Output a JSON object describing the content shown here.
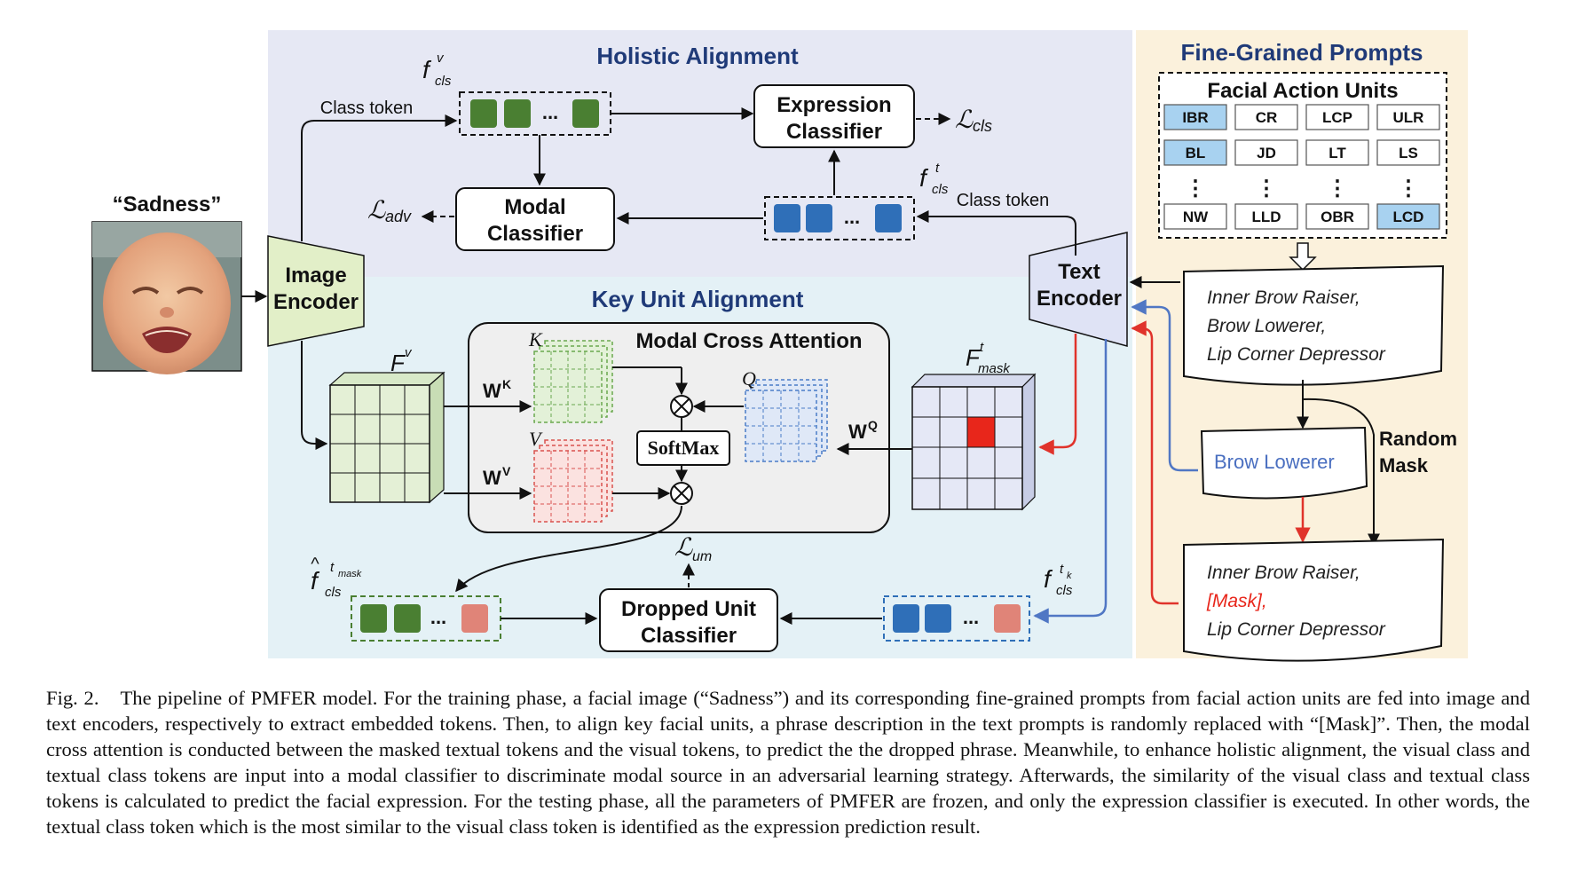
{
  "sections": {
    "holistic": "Holistic Alignment",
    "key_unit": "Key Unit Alignment",
    "prompts": "Fine-Grained Prompts"
  },
  "input": {
    "label": "“Sadness”"
  },
  "encoders": {
    "image": [
      "Image",
      "Encoder"
    ],
    "text": [
      "Text",
      "Encoder"
    ]
  },
  "classifiers": {
    "expression": [
      "Expression",
      "Classifier"
    ],
    "modal": [
      "Modal",
      "Classifier"
    ],
    "dropped": [
      "Dropped Unit",
      "Classifier"
    ]
  },
  "losses": {
    "cls": "cls",
    "adv": "adv",
    "um": "um"
  },
  "tokens": {
    "class_token_image": "Class token",
    "class_token_text": "Class token",
    "ellipsis": "..."
  },
  "attention": {
    "title": "Modal Cross Attention",
    "softmax": "SoftMax",
    "k": "K",
    "v": "V",
    "q": "Q",
    "wk": "K",
    "wv": "V",
    "wq": "Q",
    "w": "W"
  },
  "features": {
    "fv": "F",
    "fv_sup": "v",
    "fmask": "F",
    "fmask_sup": "t",
    "fmask_sub": "mask",
    "f_letter": "f",
    "cls_sub": "cls",
    "v_sup": "v",
    "t_sup": "t",
    "tmask_sup": "t",
    "tmask_subsup": "mask",
    "tk_sup": "t",
    "tk_subsup": "k"
  },
  "action_units": {
    "title": "Facial Action Units",
    "rows": [
      [
        "IBR",
        "CR",
        "LCP",
        "ULR"
      ],
      [
        "BL",
        "JD",
        "LT",
        "LS"
      ],
      [
        "NW",
        "LLD",
        "OBR",
        "LCD"
      ]
    ],
    "highlighted": [
      "IBR",
      "BL",
      "LCD"
    ],
    "vdots": "⋮"
  },
  "prompt_text": {
    "full": [
      "Inner Brow Raiser,",
      "Brow Lowerer,",
      "Lip Corner Depressor"
    ],
    "selected": "Brow Lowerer",
    "masked": [
      "Inner Brow Raiser,",
      "[Mask],",
      "Lip Corner Depressor"
    ],
    "random_mask": [
      "Random",
      "Mask"
    ]
  },
  "colors": {
    "holistic_bg": "#e6e8f4",
    "key_unit_bg": "#e4f1f6",
    "prompts_bg": "#fbf1dc",
    "title_blue": "#1f3a78",
    "green_token": "#4a7f32",
    "blue_token": "#2f6fb8",
    "pink_token": "#e08478",
    "highlight_au": "#a8d2f0",
    "mask_red": "#e8261b",
    "arrow_red": "#e0332b",
    "arrow_blue": "#5077c4"
  },
  "caption": {
    "label": "Fig. 2.",
    "text": "The pipeline of PMFER model. For the training phase, a facial image (“Sadness”) and its corresponding fine-grained prompts from facial action units are fed into image and text encoders, respectively to extract embedded tokens. Then, to align key facial units, a phrase description in the text prompts is randomly replaced with “[Mask]”. Then, the modal cross attention is conducted between the masked textual tokens and the visual tokens, to predict the the dropped phrase. Meanwhile, to enhance holistic alignment, the visual class and textual class tokens are input into a modal classifier to discriminate modal source in an adversarial learning strategy. Afterwards, the similarity of the visual class and textual class tokens is calculated to predict the facial expression. For the testing phase, all the parameters of PMFER are frozen, and only the expression classifier is executed. In other words, the textual class token which is the most similar to the visual class token is identified as the expression prediction result."
  }
}
